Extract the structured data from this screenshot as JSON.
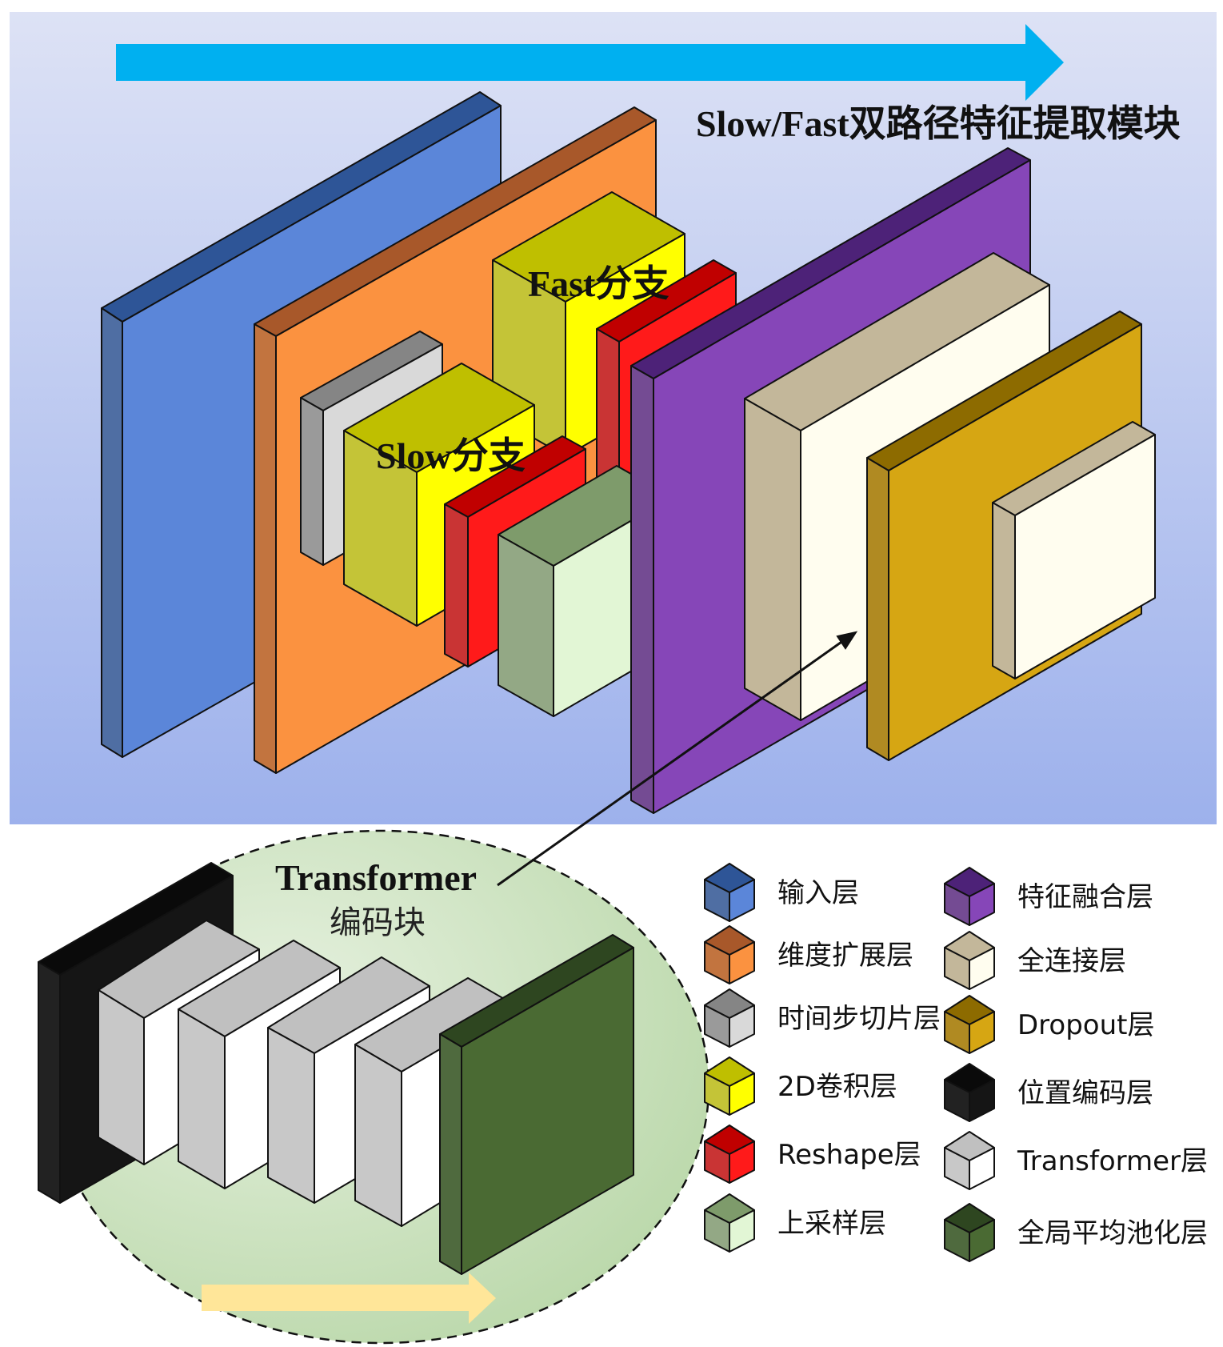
{
  "diagram": {
    "module_title": "Slow/Fast双路径特征提取模块",
    "fast_branch_label": "Fast分支",
    "slow_branch_label": "Slow分支",
    "transformer_block": {
      "title_line1": "Transformer",
      "title_line2": "编码块"
    }
  },
  "legend": {
    "left": [
      {
        "label": "输入层",
        "icon": "input-layer-cube-icon",
        "colors": {
          "top": "#2e5597",
          "left": "#4f6ea3",
          "front": "#5b86d9"
        }
      },
      {
        "label": "维度扩展层",
        "icon": "dimension-expand-cube-icon",
        "colors": {
          "top": "#a8582a",
          "left": "#c2743f",
          "front": "#fb9240"
        }
      },
      {
        "label": "时间步切片层",
        "icon": "timestep-slice-cube-icon",
        "colors": {
          "top": "#858585",
          "left": "#9a9a9a",
          "front": "#d9d9d9"
        }
      },
      {
        "label": "2D卷积层",
        "icon": "conv2d-cube-icon",
        "colors": {
          "top": "#bfbf00",
          "left": "#c4c437",
          "front": "#ffff00"
        }
      },
      {
        "label": "Reshape层",
        "icon": "reshape-cube-icon",
        "colors": {
          "top": "#c00000",
          "left": "#c93434",
          "front": "#ff1a1a"
        }
      },
      {
        "label": "上采样层",
        "icon": "upsample-cube-icon",
        "colors": {
          "top": "#7e9b6b",
          "left": "#93a885",
          "front": "#e2f6d5"
        }
      }
    ],
    "right": [
      {
        "label": "特征融合层",
        "icon": "feature-fusion-cube-icon",
        "colors": {
          "top": "#4d2278",
          "left": "#744b93",
          "front": "#8646b8"
        }
      },
      {
        "label": "全连接层",
        "icon": "fully-connected-cube-icon",
        "colors": {
          "top": "#c3b79a",
          "left": "#c3b79a",
          "front": "#fffdef"
        }
      },
      {
        "label": "Dropout层",
        "icon": "dropout-cube-icon",
        "colors": {
          "top": "#8d6b00",
          "left": "#b08a22",
          "front": "#d6a613"
        }
      },
      {
        "label": "位置编码层",
        "icon": "positional-encoding-cube-icon",
        "colors": {
          "top": "#0a0a0a",
          "left": "#222222",
          "front": "#151515"
        }
      },
      {
        "label": "Transformer层",
        "icon": "transformer-layer-cube-icon",
        "colors": {
          "top": "#c0c0c0",
          "left": "#c8c8c8",
          "front": "#ffffff"
        }
      },
      {
        "label": "全局平均池化层",
        "icon": "global-avg-pool-cube-icon",
        "colors": {
          "top": "#2e4620",
          "left": "#4f6a3e",
          "front": "#4a6a33"
        }
      }
    ]
  },
  "colors": {
    "flow_arrow": "#00b0f0",
    "transformer_flow_arrow": "#ffe699",
    "panel_gradient_top": "#dde2f5",
    "panel_gradient_bottom": "#9db1ec",
    "ellipse_fill": "#cde3c2"
  }
}
